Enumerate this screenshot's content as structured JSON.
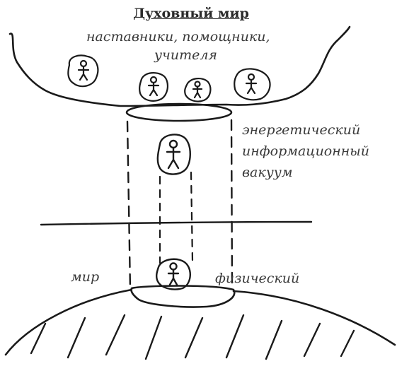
{
  "labels": {
    "title": "Духовный мир",
    "subtitle_line1": "наставники, помощники,",
    "subtitle_line2": "учителя",
    "vacuum_line1": "энергетический",
    "vacuum_line2": "информационный",
    "vacuum_line3": "вакуум",
    "world_left": "мир",
    "world_right": "физический"
  }
}
